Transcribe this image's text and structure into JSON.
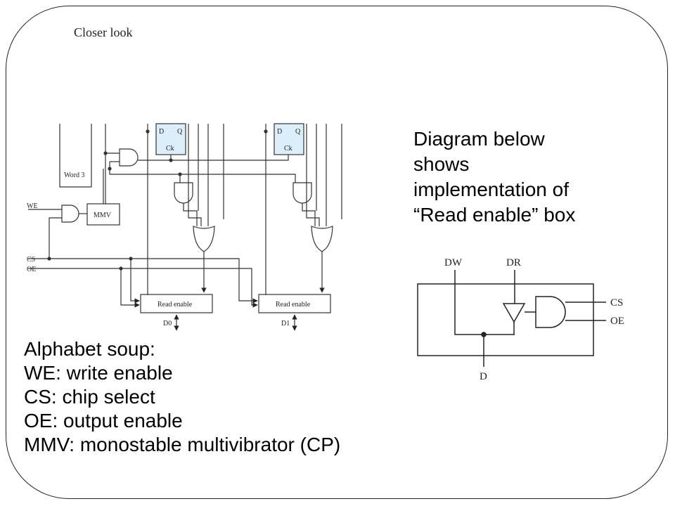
{
  "slide": {
    "title": "Closer look",
    "description_lines": [
      "Diagram below",
      "shows",
      "implementation of",
      "“Read enable” box"
    ],
    "glossary": [
      "Alphabet soup:",
      "WE: write enable",
      "CS: chip select",
      "OE: output enable",
      "MMV: monostable multivibrator (CP)"
    ]
  },
  "memory_diagram": {
    "word_label": "Word 3",
    "we_label": "WE",
    "cs_label": "CS",
    "oe_label": "OE",
    "mmv_label": "MMV",
    "ff0": {
      "d": "D",
      "q": "Q",
      "ck": "Ck"
    },
    "ff1": {
      "d": "D",
      "q": "Q",
      "ck": "Ck"
    },
    "read_enable_0": "Read enable",
    "read_enable_1": "Read enable",
    "d0_label": "D0",
    "d1_label": "D1"
  },
  "read_enable_diagram": {
    "dw_label": "DW",
    "dr_label": "DR",
    "cs_label": "CS",
    "oe_label": "OE",
    "d_label": "D"
  }
}
